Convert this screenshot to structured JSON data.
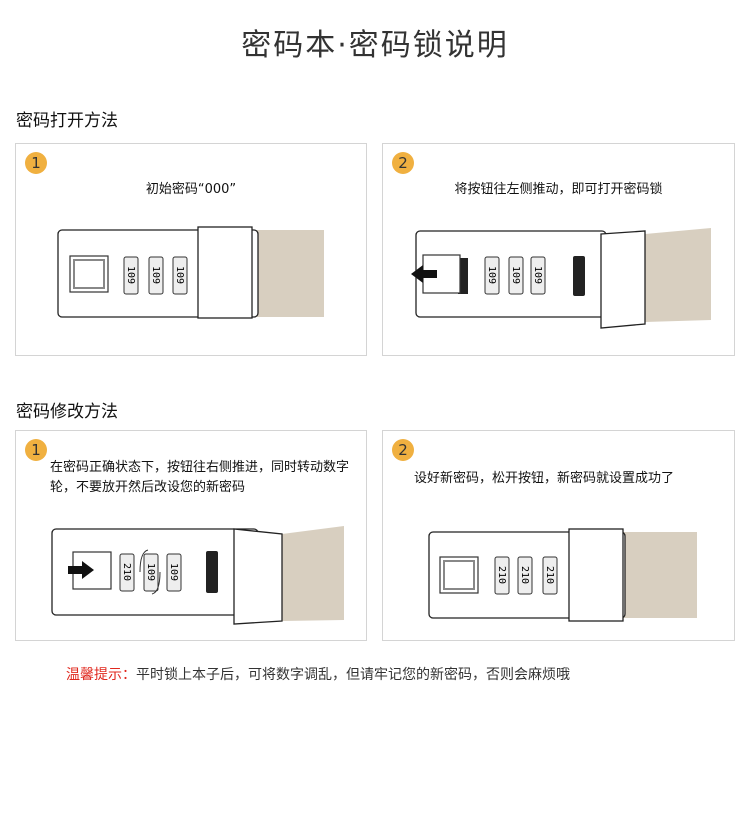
{
  "page": {
    "title": "密码本·密码锁说明"
  },
  "open_section": {
    "label": "密码打开方法",
    "steps": [
      {
        "num": "1",
        "caption": "初始密码“000”",
        "dials": [
          "109",
          "109",
          "109"
        ]
      },
      {
        "num": "2",
        "caption": "将按钮往左侧推动，即可打开密码锁",
        "dials": [
          "109",
          "109",
          "109"
        ]
      }
    ]
  },
  "change_section": {
    "label": "密码修改方法",
    "steps": [
      {
        "num": "1",
        "caption": "在密码正确状态下，按钮往右侧推进，同时转动数字轮，不要放开然后改设您的新密码",
        "dials": [
          "210",
          "109",
          "109"
        ]
      },
      {
        "num": "2",
        "caption": "设好新密码，松开按钮，新密码就设置成功了",
        "dials": [
          "210",
          "210",
          "210"
        ]
      }
    ]
  },
  "tip": {
    "label": "温馨提示：",
    "text": "平时锁上本子后，可将数字调乱，但请牢记您的新密码，否则会麻烦哦"
  },
  "colors": {
    "badge": "#f0b040",
    "strap": "#d8cfc0",
    "tip_label": "#e0281e"
  }
}
